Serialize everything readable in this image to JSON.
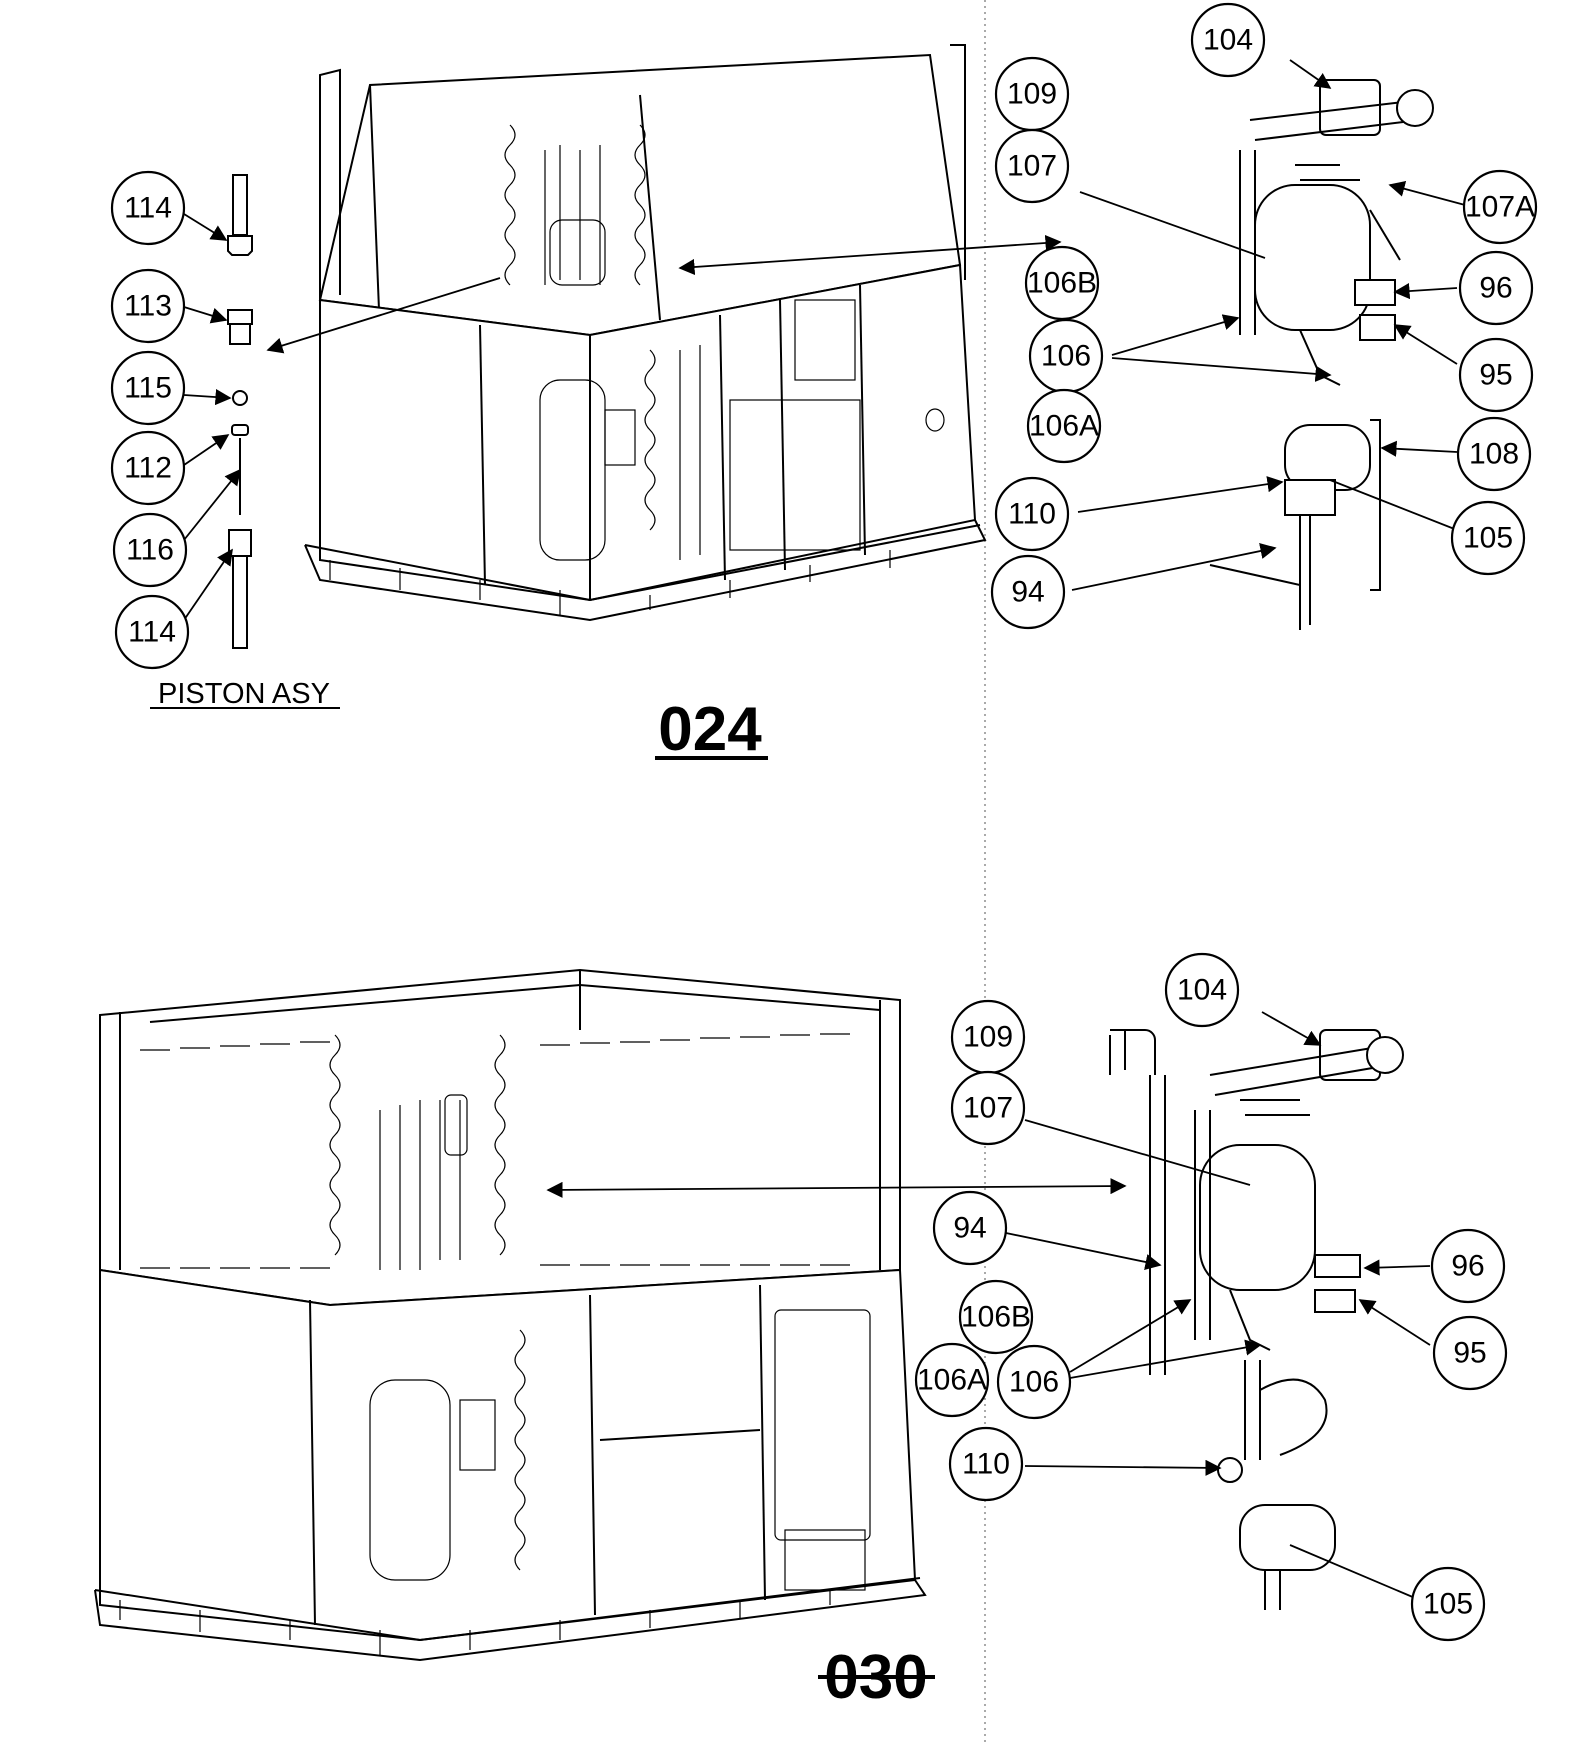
{
  "top_unit": {
    "model_label": "024",
    "piston_assembly_label": "PISTON ASY",
    "callouts": [
      "114",
      "113",
      "115",
      "112",
      "116",
      "114",
      "109",
      "107",
      "106B",
      "106",
      "106A",
      "110",
      "94",
      "104",
      "107A",
      "96",
      "95",
      "108",
      "105"
    ]
  },
  "bottom_unit": {
    "model_label": "030",
    "callouts": [
      "109",
      "107",
      "94",
      "106B",
      "106A",
      "106",
      "110",
      "104",
      "96",
      "95",
      "105"
    ]
  }
}
